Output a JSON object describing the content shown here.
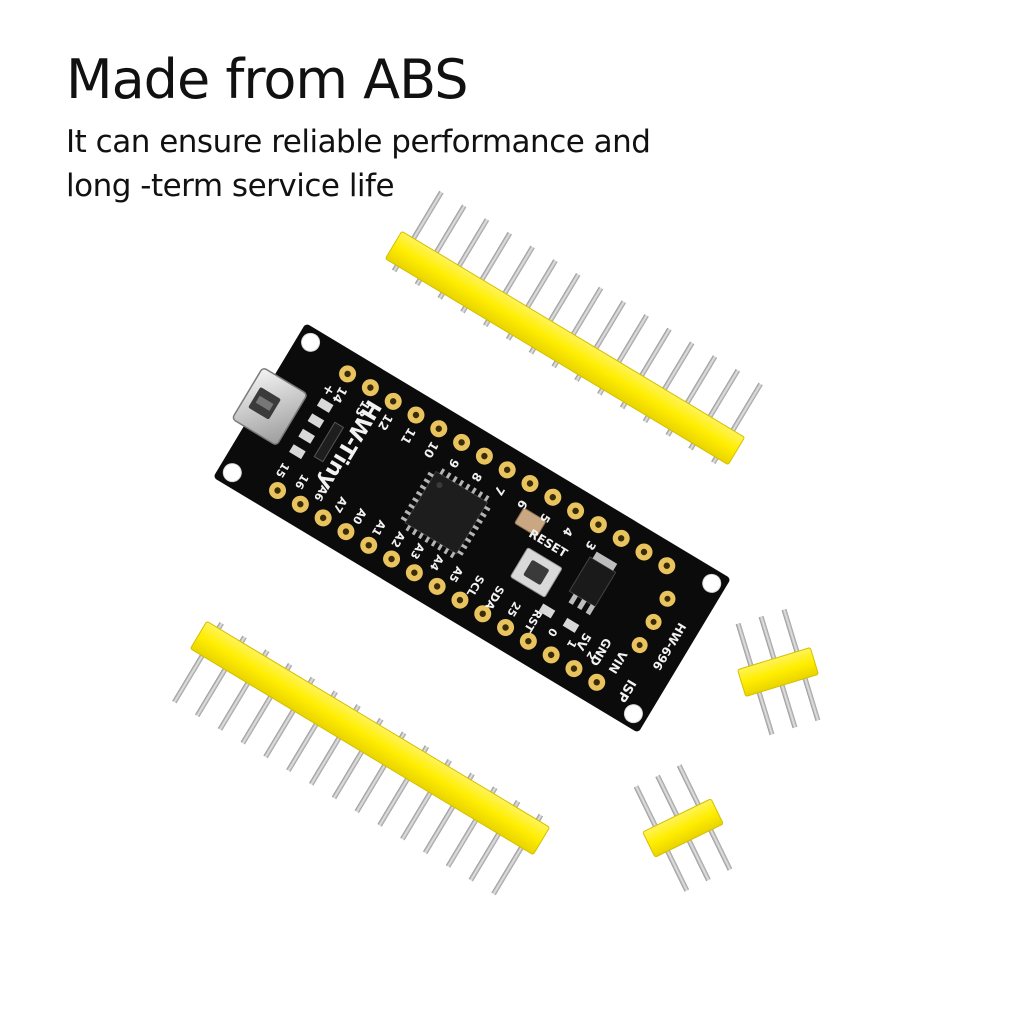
{
  "heading": {
    "title": "Made from ABS",
    "line1": "It can ensure reliable performance and",
    "line2": "long -term service life"
  },
  "board": {
    "name": "HW-Tiny",
    "model": "HW-696",
    "reset_label": "RESET",
    "isp_label": "ISP",
    "plus_label": "+",
    "top_row_labels": [
      "14",
      "13",
      "12",
      "11",
      "10",
      "9",
      "8",
      "7",
      "6",
      "5",
      "4",
      "3"
    ],
    "bottom_row_labels": [
      "15",
      "16",
      "A6",
      "A7",
      "A0",
      "A1",
      "A2",
      "A3",
      "A4",
      "A5",
      "SCL",
      "SDA",
      "25",
      "RST",
      "0",
      "1",
      "2"
    ],
    "power_labels": [
      "5V",
      "GND",
      "VIN"
    ]
  },
  "colors": {
    "pcb": "#0b0b0b",
    "pad": "#e9c45e",
    "header": "#ffee00",
    "pin": "#c4c4c4",
    "text": "#111111"
  }
}
